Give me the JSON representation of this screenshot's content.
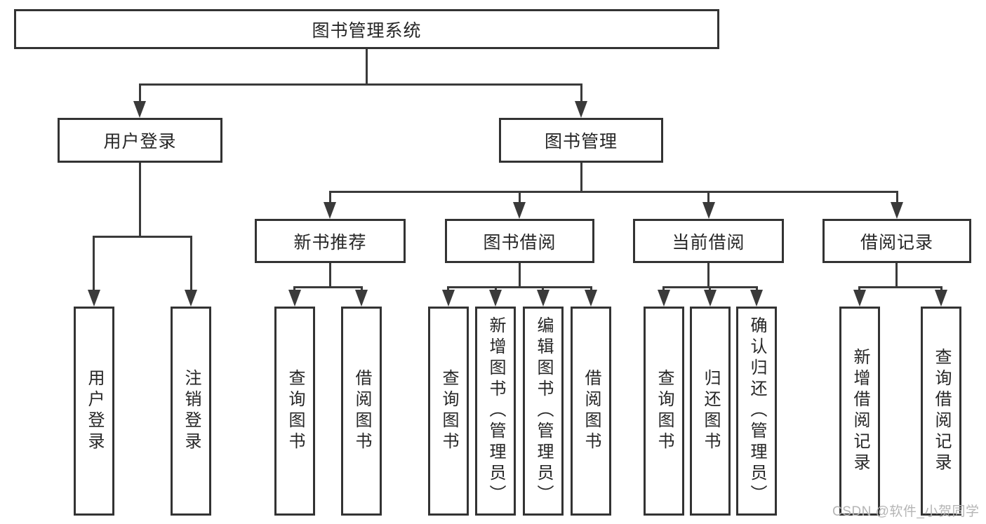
{
  "diagram": {
    "root": {
      "label": "图书管理系统"
    },
    "branches": [
      {
        "label": "用户登录",
        "children": [
          {
            "label": "用户登录"
          },
          {
            "label": "注销登录"
          }
        ]
      },
      {
        "label": "图书管理",
        "groups": [
          {
            "label": "新书推荐",
            "children": [
              {
                "label": "查询图书"
              },
              {
                "label": "借阅图书"
              }
            ]
          },
          {
            "label": "图书借阅",
            "children": [
              {
                "label": "查询图书"
              },
              {
                "label": "新增图书（管理员）"
              },
              {
                "label": "编辑图书（管理员）"
              },
              {
                "label": "借阅图书"
              }
            ]
          },
          {
            "label": "当前借阅",
            "children": [
              {
                "label": "查询图书"
              },
              {
                "label": "归还图书"
              },
              {
                "label": "确认归还（管理员）"
              }
            ]
          },
          {
            "label": "借阅记录",
            "children": [
              {
                "label": "新增借阅记录"
              },
              {
                "label": "查询借阅记录"
              }
            ]
          }
        ]
      }
    ]
  },
  "watermark": {
    "text": "CSDN @软件_小贺同学"
  },
  "colors": {
    "background": "#ffffff",
    "box_border": "#333333",
    "line": "#3a3a3a",
    "text": "#262626",
    "watermark": "#b5b5b5"
  }
}
